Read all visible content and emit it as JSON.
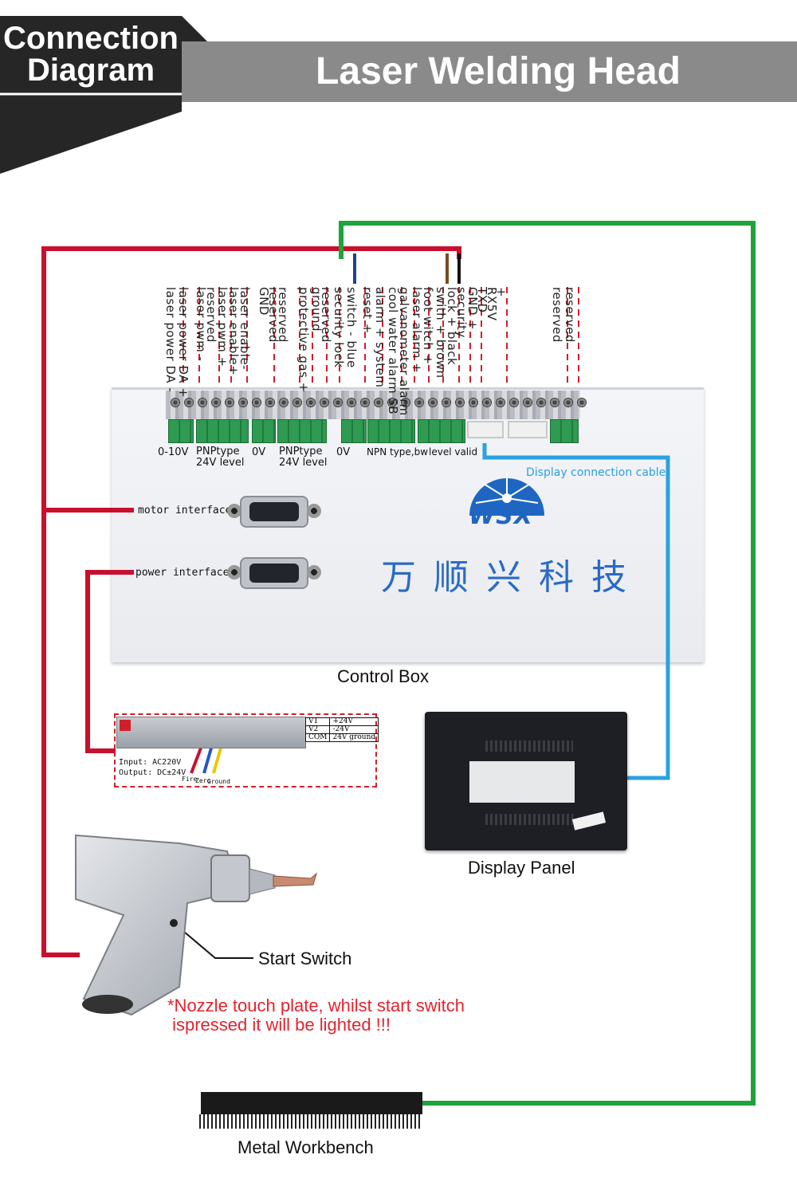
{
  "header": {
    "left_title_line1": "Connection",
    "left_title_line2": "Diagram",
    "right_title": "Laser Welding Head"
  },
  "terminal_labels": [
    "laser power DA -",
    "laser power DA +",
    "laser pwm -",
    "reserved",
    "laser pwm +",
    "laser enable+",
    "laser enable-",
    "GND",
    "reserved",
    "reserved",
    "protective gas +",
    "ground",
    "reserved",
    "security lock",
    "switch - blue",
    "reset +",
    "alarm + system",
    "cool water alarm SB",
    "galvanometer alarm",
    "laser alarm +",
    "foot witch +",
    "swith + brown",
    "lock + black",
    "security",
    "GND +",
    "TXD",
    "RX5V",
    "+",
    "reserved",
    "reserved"
  ],
  "terminal_group_labels": {
    "g1": "0-10V",
    "g2_line1": "PNPtype",
    "g2_line2": "24V level",
    "g3": "0V",
    "g4_line1": "PNPtype",
    "g4_line2": "24V level",
    "g5": "0V",
    "g6": "NPN type,bw",
    "g7": "level valid"
  },
  "control_box": {
    "motor_label": "motor interface",
    "power_label": "power interface",
    "display_cable_label": "Display connection cable",
    "logo_text": "WSX",
    "brand_chinese": "万顺兴科技",
    "caption": "Control Box"
  },
  "power_supply": {
    "input_label": "Input: AC220V",
    "output_label": "Output: DC±24V",
    "fire_label": "Fire",
    "zero_label": "Zero",
    "ground_label": "Ground",
    "voltage_table": [
      [
        "V1",
        "+24V"
      ],
      [
        "V2",
        "-24V"
      ],
      [
        "COM",
        "24V ground"
      ]
    ]
  },
  "display_panel": {
    "caption": "Display Panel"
  },
  "welding_gun": {
    "start_switch_label": "Start Switch",
    "note_line1": "*Nozzle touch plate, whilst start switch",
    "note_line2": " ispressed it will be lighted !!!"
  },
  "workbench": {
    "caption": "Metal Workbench"
  },
  "colors": {
    "banner_dark": "#262626",
    "banner_gray": "#8a8a8a",
    "red_wire": "#c8102e",
    "green_wire": "#1ea33a",
    "blue_wire": "#2aa2e0",
    "terminal_green": "#2e9a52",
    "note_red": "#e5232e",
    "brand_blue": "#2a6bc4"
  }
}
